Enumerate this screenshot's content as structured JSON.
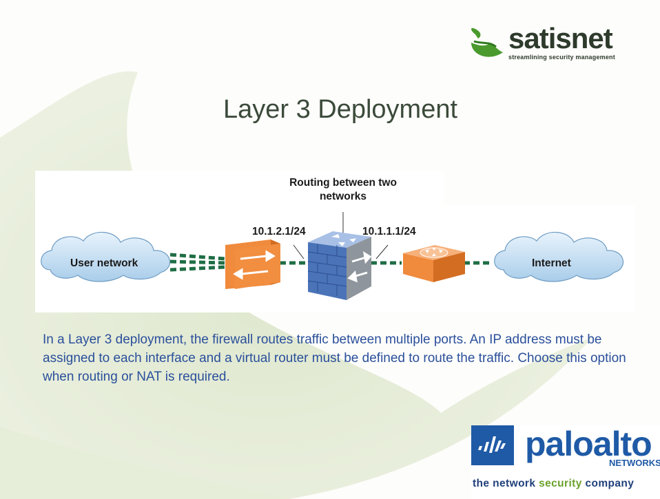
{
  "logo": {
    "name": "satisnet",
    "tagline": "streamlining security management"
  },
  "slide": {
    "title": "Layer 3 Deployment",
    "description": "In a Layer 3 deployment, the firewall routes traffic between multiple ports. An IP address must be assigned to each interface and a virtual router must be defined to route the traffic. Choose this option when routing or NAT is required."
  },
  "diagram": {
    "routing_label": "Routing between two networks",
    "left_ip": "10.1.2.1/24",
    "right_ip": "10.1.1.1/24",
    "user_network": "User network",
    "internet": "Internet",
    "colors": {
      "cloud": "#c6e0f5",
      "switch": "#f08a3c",
      "firewall": "#4a73b8",
      "link": "#1f6e45"
    }
  },
  "footer_logo": {
    "brand_part1": "palo",
    "brand_part2": "alto",
    "brand_sub": "NETWORKS",
    "tagline_part1": "the network ",
    "tagline_part2": "security",
    "tagline_part3": " company"
  }
}
